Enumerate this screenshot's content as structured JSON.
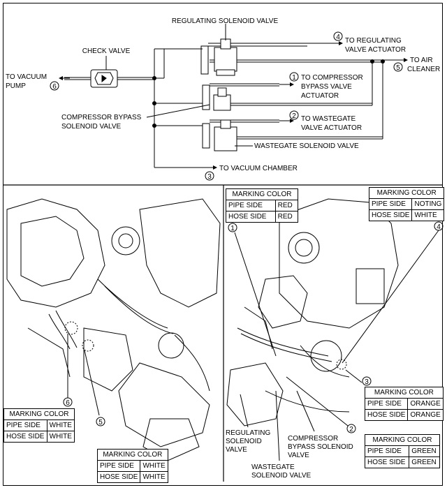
{
  "top": {
    "regulating_solenoid_valve": "REGULATING SOLENOID VALVE",
    "check_valve": "CHECK VALVE",
    "to_vacuum_pump": [
      "TO VACUUM",
      "PUMP"
    ],
    "to_regulating_valve_actuator": [
      "TO REGULATING",
      "VALVE ACTUATOR"
    ],
    "to_air_cleaner": [
      "TO AIR",
      "CLEANER"
    ],
    "to_compressor_bypass_valve_actuator": [
      "TO COMPRESSOR",
      "BYPASS VALVE",
      "ACTUATOR"
    ],
    "compressor_bypass_solenoid_valve": [
      "COMPRESSOR BYPASS",
      "SOLENOID VALVE"
    ],
    "to_wastegate_valve_actuator": [
      "TO WASTEGATE",
      "VALVE ACTUATOR"
    ],
    "wastegate_solenoid_valve": "WASTEGATE SOLENOID VALVE",
    "to_vacuum_chamber": "TO VACUUM CHAMBER",
    "callouts": [
      "1",
      "2",
      "3",
      "4",
      "5",
      "6"
    ]
  },
  "tables": {
    "header": "MARKING COLOR",
    "pipe_side": "PIPE SIDE",
    "hose_side": "HOSE SIDE",
    "t6": {
      "pipe": "WHITE",
      "hose": "WHITE"
    },
    "t5": {
      "pipe": "WHITE",
      "hose": "WHITE"
    },
    "t1": {
      "pipe": "RED",
      "hose": "RED"
    },
    "t4": {
      "pipe": "NOTING",
      "hose": "WHITE"
    },
    "t3": {
      "pipe": "ORANGE",
      "hose": "ORANGE"
    },
    "t2": {
      "pipe": "GREEN",
      "hose": "GREEN"
    }
  },
  "bottom_labels": {
    "regulating_solenoid_valve": [
      "REGULATING",
      "SOLENOID",
      "VALVE"
    ],
    "compressor_bypass_solenoid_valve": [
      "COMPRESSOR",
      "BYPASS SOLENOID",
      "VALVE"
    ],
    "wastegate_solenoid_valve": [
      "WASTEGATE",
      "SOLENOID VALVE"
    ]
  }
}
